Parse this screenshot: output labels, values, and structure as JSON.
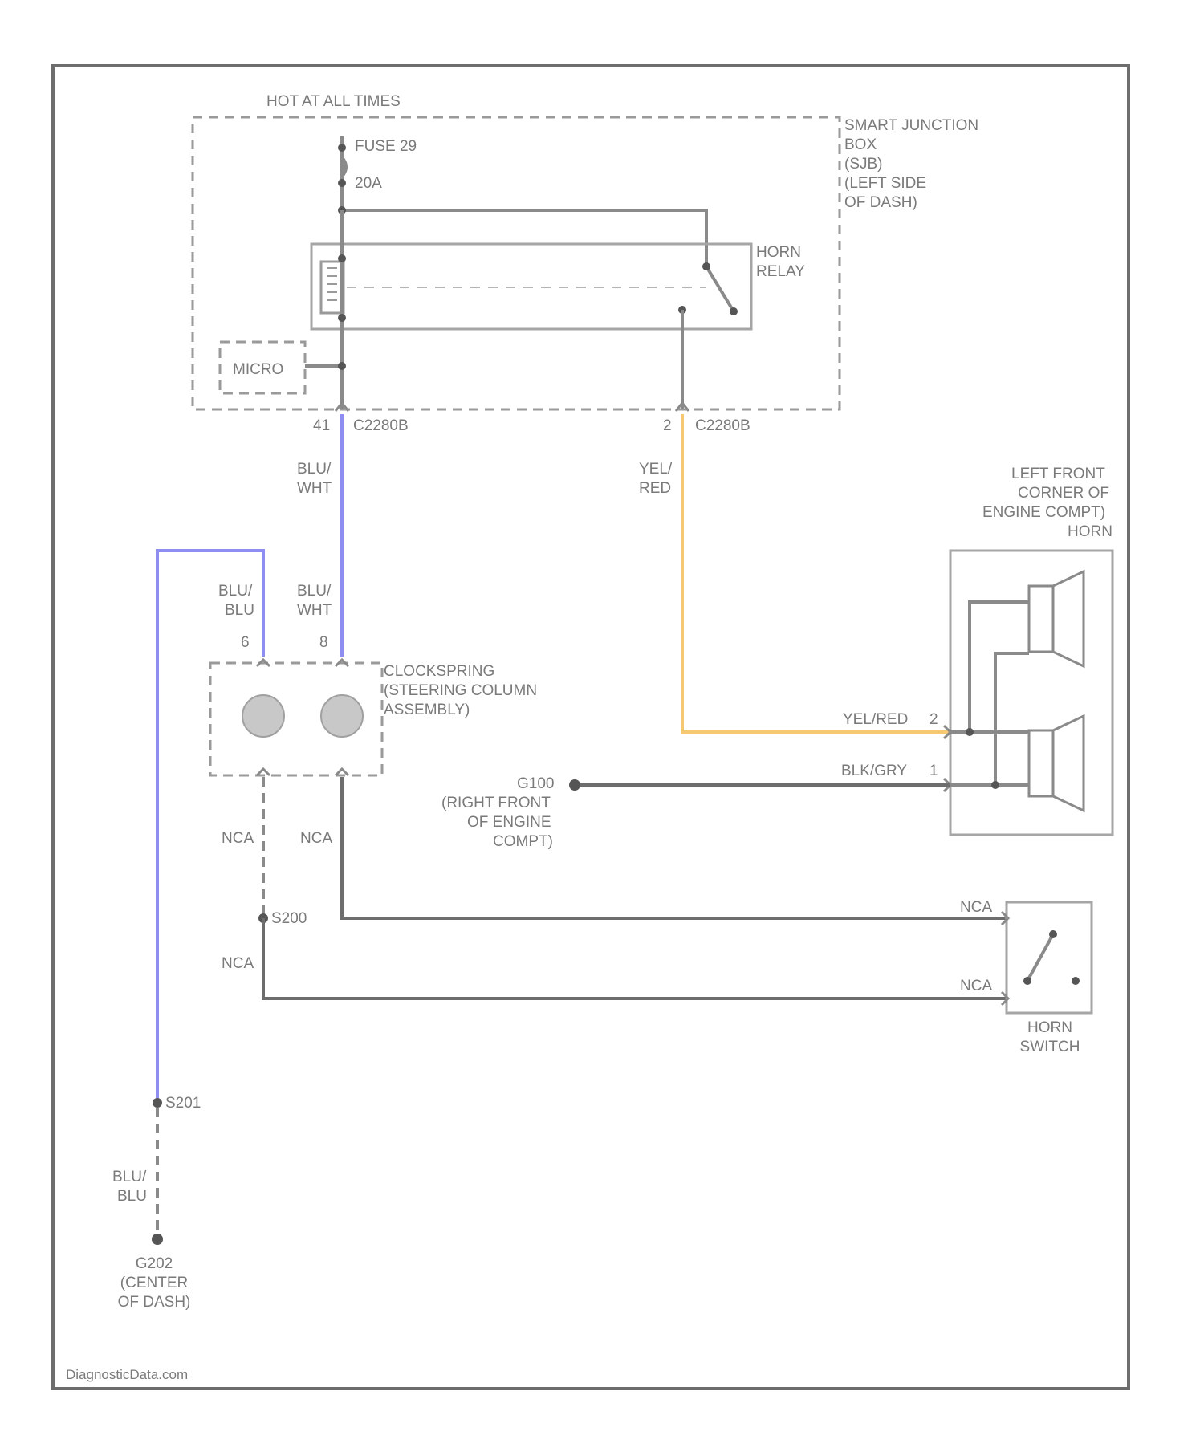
{
  "labels": {
    "hot_at_all_times": "HOT AT ALL TIMES",
    "smart_junction_box": [
      "SMART JUNCTION",
      "BOX",
      "(SJB)",
      "(LEFT SIDE",
      "OF DASH)"
    ],
    "fuse": "FUSE 29",
    "fuse_rating": "20A",
    "horn_relay": [
      "HORN",
      "RELAY"
    ],
    "micro": "MICRO",
    "conn_left": "C2280B",
    "pin_left": "41",
    "conn_right": "C2280B",
    "pin_right": "2",
    "wire_blu_wht_upper": [
      "BLU/",
      "WHT"
    ],
    "wire_yel_red_upper": [
      "YEL/",
      "RED"
    ],
    "wire_blu_blu_left": [
      "BLU/",
      "BLU"
    ],
    "wire_blu_wht_left": [
      "BLU/",
      "WHT"
    ],
    "pin_6": "6",
    "pin_8": "8",
    "clockspring": [
      "CLOCKSPRING",
      "(STEERING COLUMN",
      "ASSEMBLY)"
    ],
    "horn_location": [
      "LEFT FRONT",
      "CORNER OF",
      "ENGINE COMPT)",
      "HORN"
    ],
    "horn_wire_top": "YEL/RED",
    "horn_pin_top": "2",
    "horn_wire_bottom": "BLK/GRY",
    "horn_pin_bottom": "1",
    "ground_g100": [
      "G100",
      "(RIGHT FRONT",
      "OF ENGINE",
      "COMPT)"
    ],
    "nca_1": "NCA",
    "nca_2": "NCA",
    "splice_s200": "S200",
    "nca_3": "NCA",
    "nca_switch_top": "NCA",
    "nca_switch_bottom": "NCA",
    "horn_switch": [
      "HORN",
      "SWITCH"
    ],
    "splice_s201": "S201",
    "wire_blu_blu_bottom": [
      "BLU/",
      "BLU"
    ],
    "ground_g202": [
      "G202",
      "(CENTER",
      "OF DASH)"
    ],
    "watermark": "DiagnosticData.com"
  },
  "colors": {
    "wire_gray": "#8a8a8a",
    "wire_blue": "#8e8ef0",
    "wire_yellow": "#f6c872",
    "frame": "#6d6d6d"
  }
}
